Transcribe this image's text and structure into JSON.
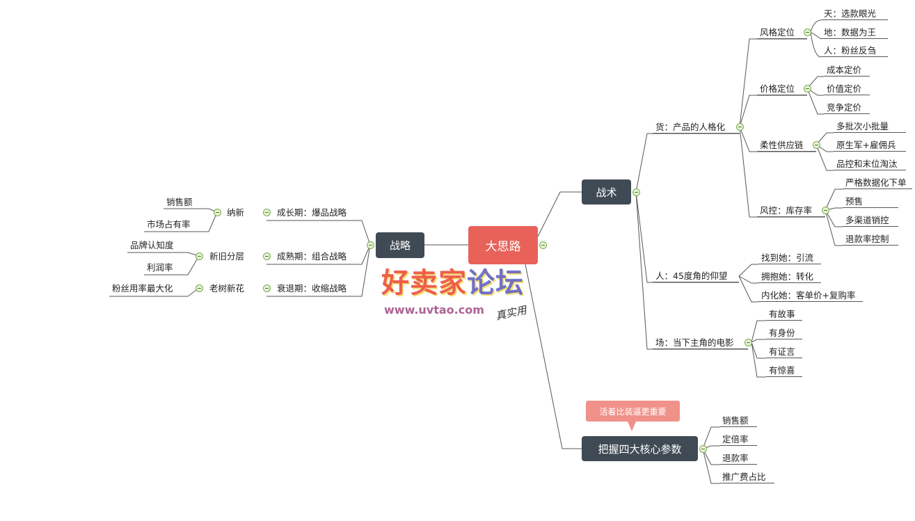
{
  "center": "大思路",
  "left": {
    "title": "战略",
    "stages": [
      {
        "label": "成长期：爆品战略",
        "sub": "纳新",
        "children": [
          "销售额",
          "市场占有率"
        ]
      },
      {
        "label": "成熟期：组合战略",
        "sub": "新旧分层",
        "children": [
          "品牌认知度",
          "利润率"
        ]
      },
      {
        "label": "衰退期：收缩战略",
        "sub": "老树新花",
        "children": [
          "粉丝用率最大化"
        ]
      }
    ]
  },
  "tactics": {
    "title": "战术",
    "goods": {
      "label": "货：产品的人格化",
      "groups": [
        {
          "label": "风格定位",
          "children": [
            "天：选款眼光",
            "地：数据为王",
            "人：粉丝反刍"
          ]
        },
        {
          "label": "价格定位",
          "children": [
            "成本定价",
            "价值定价",
            "竞争定价"
          ]
        },
        {
          "label": "柔性供应链",
          "children": [
            "多批次小批量",
            "原生军+雇佣兵",
            "品控和末位淘汰"
          ]
        },
        {
          "label": "风控：库存率",
          "children": [
            "严格数据化下单",
            "预售",
            "多渠道销控",
            "退款率控制"
          ]
        }
      ]
    },
    "people": {
      "label": "人：45度角的仰望",
      "children": [
        "找到她：引流",
        "拥抱她：转化",
        "内化她：客单价+复购率"
      ]
    },
    "scene": {
      "label": "场：当下主角的电影",
      "children": [
        "有故事",
        "有身份",
        "有证言",
        "有惊喜"
      ]
    }
  },
  "params": {
    "title": "把握四大核心参数",
    "callout": "活着比装逼更重要",
    "children": [
      "销售额",
      "定倍率",
      "退款率",
      "推广费占比"
    ]
  },
  "watermark": {
    "brand": "好卖家",
    "brand2": "论坛",
    "url": "www.uvtao.com",
    "tag": "真实用"
  }
}
